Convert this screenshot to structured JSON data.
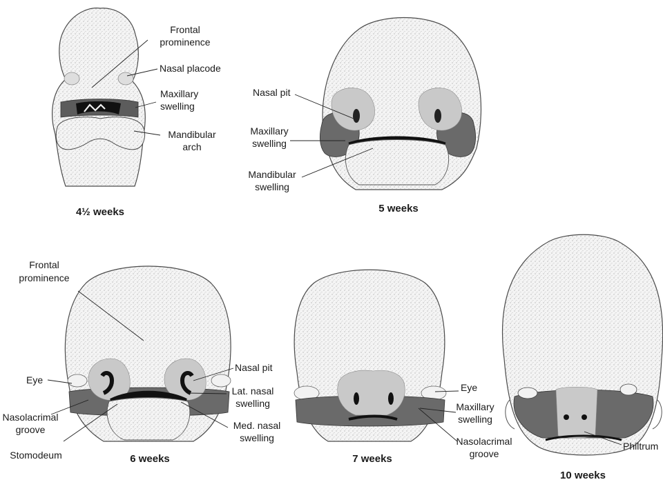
{
  "colors": {
    "skin": "#ebebeb",
    "outline": "#4a4a4a",
    "light_gray": "#c9c9c9",
    "dark_gray": "#6a6a6a",
    "black": "#111111",
    "text": "#1a1a1a"
  },
  "panels": {
    "w45": {
      "caption": "4½ weeks",
      "labels": {
        "frontal_1": "Frontal",
        "frontal_2": "prominence",
        "nasal_placode": "Nasal placode",
        "maxillary_1": "Maxillary",
        "maxillary_2": "swelling",
        "mandibular_1": "Mandibular",
        "mandibular_2": "arch"
      }
    },
    "w5": {
      "caption": "5 weeks",
      "labels": {
        "nasal_pit": "Nasal pit",
        "maxillary_1": "Maxillary",
        "maxillary_2": "swelling",
        "mandibular_1": "Mandibular",
        "mandibular_2": "swelling"
      }
    },
    "w6": {
      "caption": "6 weeks",
      "labels": {
        "frontal_1": "Frontal",
        "frontal_2": "prominence",
        "eye": "Eye",
        "nasolacrimal_1": "Nasolacrimal",
        "nasolacrimal_2": "groove",
        "stomodeum": "Stomodeum",
        "nasal_pit": "Nasal pit",
        "lat_nasal_1": "Lat. nasal",
        "lat_nasal_2": "swelling",
        "med_nasal_1": "Med. nasal",
        "med_nasal_2": "swelling"
      }
    },
    "w7": {
      "caption": "7 weeks",
      "labels": {
        "eye": "Eye",
        "maxillary_1": "Maxillary",
        "maxillary_2": "swelling",
        "nasolacrimal_1": "Nasolacrimal",
        "nasolacrimal_2": "groove"
      }
    },
    "w10": {
      "caption": "10 weeks",
      "labels": {
        "philtrum": "Philtrum"
      }
    }
  }
}
